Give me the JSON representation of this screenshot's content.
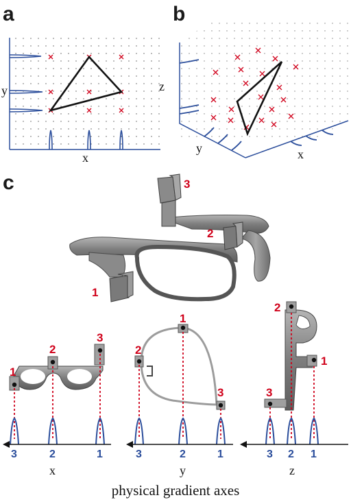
{
  "panels": {
    "a": "a",
    "b": "b",
    "c": "c"
  },
  "panel_a": {
    "xlabel": "x",
    "ylabel": "y"
  },
  "panel_b": {
    "xlabel": "x",
    "ylabel": "y",
    "zlabel": "z"
  },
  "panel_c": {
    "glasses_3d": {
      "marker1": "1",
      "marker2": "2",
      "marker3": "3"
    },
    "proj_x": {
      "axis_label": "x",
      "markers": [
        "1",
        "2",
        "3"
      ],
      "ticks": [
        "3",
        "2",
        "1"
      ]
    },
    "proj_y": {
      "axis_label": "y",
      "markers": [
        "2",
        "1",
        "3"
      ],
      "ticks": [
        "3",
        "2",
        "1"
      ]
    },
    "proj_z": {
      "axis_label": "z",
      "markers": [
        "2",
        "1",
        "3"
      ],
      "ticks": [
        "3",
        "2",
        "1"
      ]
    },
    "caption": "physical gradient axes"
  },
  "colors": {
    "red": "#d0021b",
    "blue": "#2a4d9b",
    "frame": "#8a8a8a"
  }
}
